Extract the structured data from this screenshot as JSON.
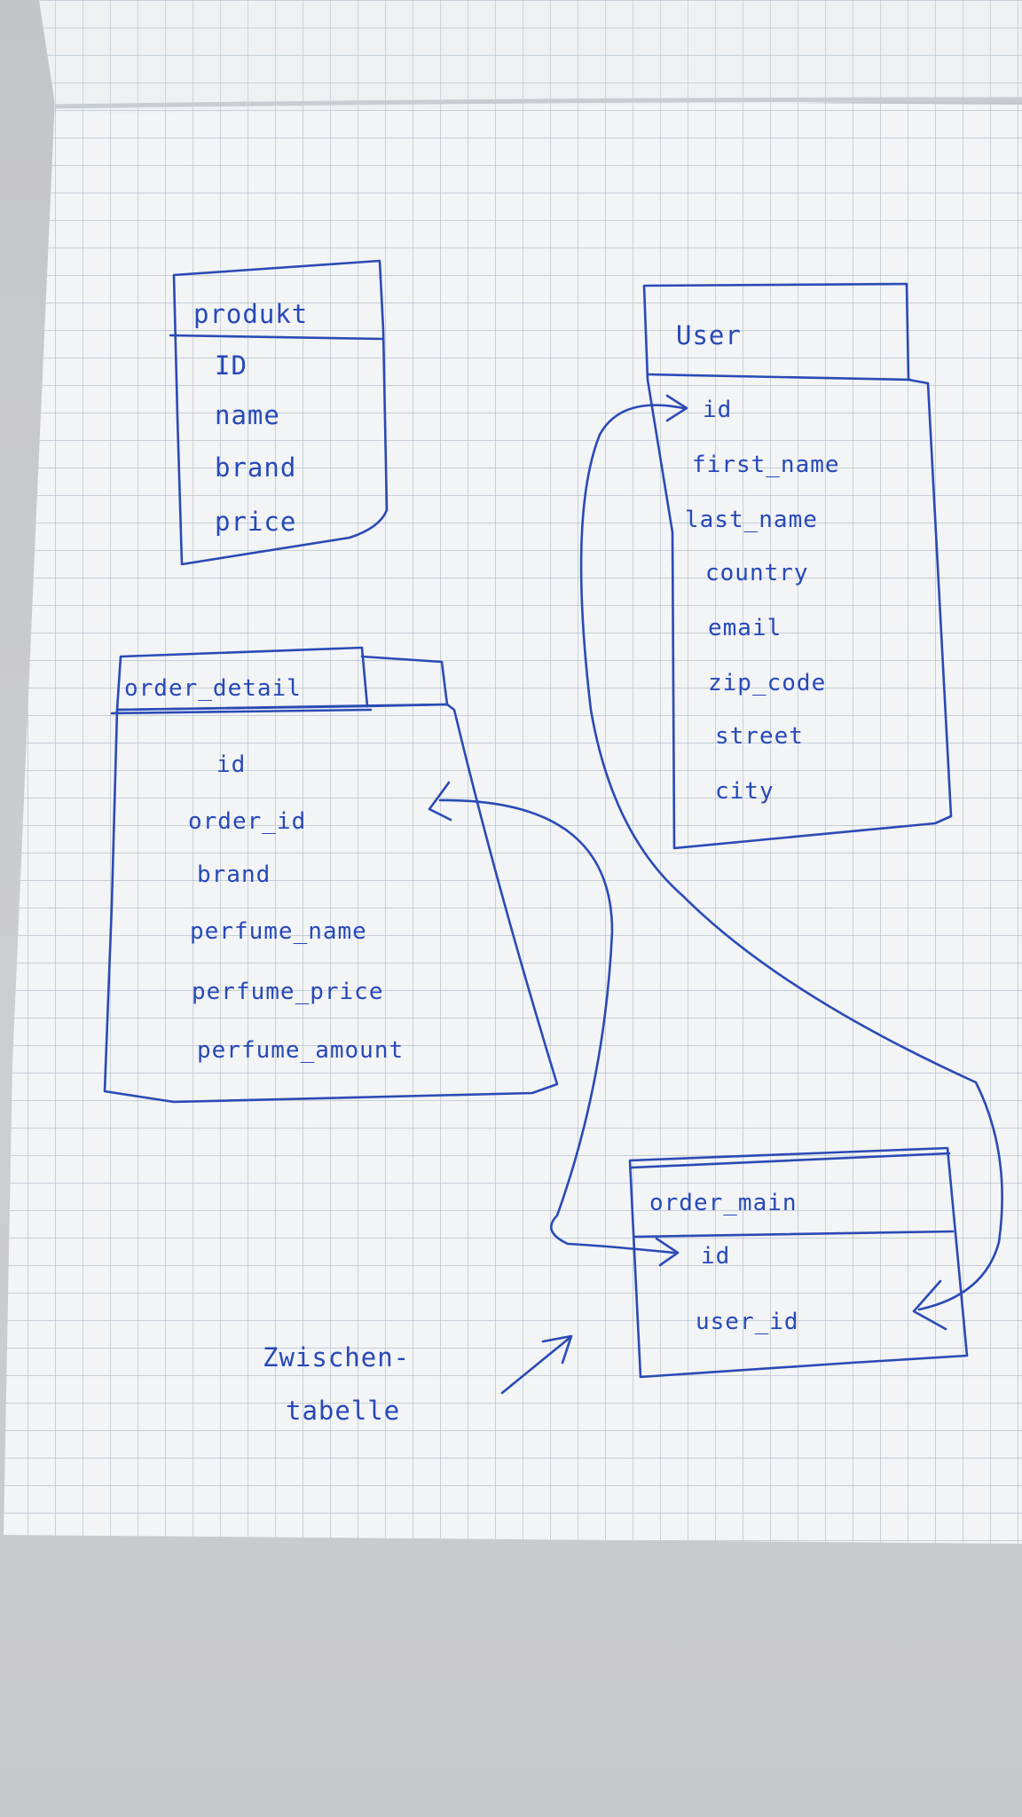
{
  "tables": {
    "produkt": {
      "title": "produkt",
      "fields": [
        "ID",
        "name",
        "brand",
        "price"
      ]
    },
    "user": {
      "title": "User",
      "fields": [
        "id",
        "first_name",
        "last_name",
        "country",
        "email",
        "zip_code",
        "street",
        "city"
      ]
    },
    "order_detail": {
      "title": "order_detail",
      "fields": [
        "id",
        "order_id",
        "brand",
        "perfume_name",
        "perfume_price",
        "perfume_amount"
      ]
    },
    "order_main": {
      "title": "order_main",
      "fields": [
        "id",
        "user_id"
      ]
    }
  },
  "relations": [
    {
      "from": "order_main.id",
      "to": "order_detail.order_id"
    },
    {
      "from": "User.id",
      "to": "order_main.user_id"
    }
  ],
  "annotation": {
    "line1": "Zwischen-",
    "line2": "tabelle"
  },
  "colors": {
    "ink": "#2a4ab5",
    "grid": "#b9c4cf",
    "paper": "#f3f5f6"
  }
}
